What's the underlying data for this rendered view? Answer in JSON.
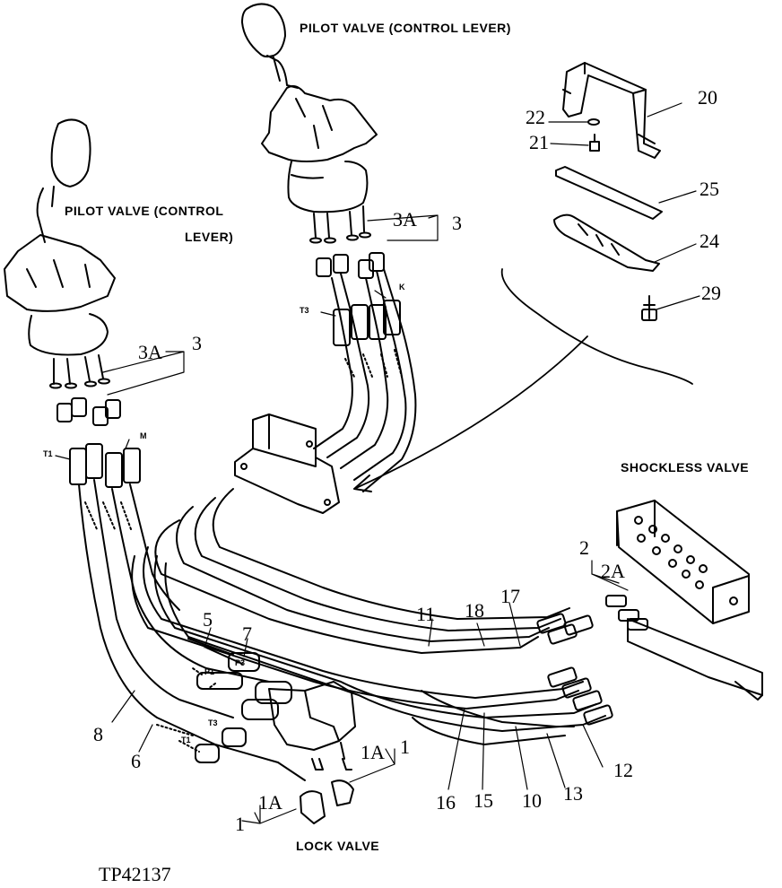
{
  "titles": {
    "pilot_valve_top": "PILOT VALVE (CONTROL LEVER)",
    "pilot_valve_left_1": "PILOT VALVE (CONTROL",
    "pilot_valve_left_2": "LEVER)",
    "shockless_valve": "SHOCKLESS VALVE",
    "lock_valve": "LOCK VALVE",
    "figure_id": "TP42137"
  },
  "callouts": {
    "n20": "20",
    "n22": "22",
    "n21": "21",
    "n25": "25",
    "n24": "24",
    "n29": "29",
    "n3a_top": "3A",
    "n3_top": "3",
    "n3a_left": "3A",
    "n3_left": "3",
    "n2": "2",
    "n2a": "2A",
    "n11": "11",
    "n18": "18",
    "n17": "17",
    "n5": "5",
    "n7": "7",
    "n8": "8",
    "n6": "6",
    "n16": "16",
    "n15": "15",
    "n10": "10",
    "n13": "13",
    "n12": "12",
    "n1a_right": "1A",
    "n1_right": "1",
    "n1a_left": "1A",
    "n1_left": "1"
  },
  "port_letters": {
    "t1_left": "T1",
    "m": "M",
    "t3_top": "T3",
    "k": "K",
    "t3_lock": "T3",
    "t1_lock": "T1",
    "p1": "P1",
    "p3": "P3"
  }
}
